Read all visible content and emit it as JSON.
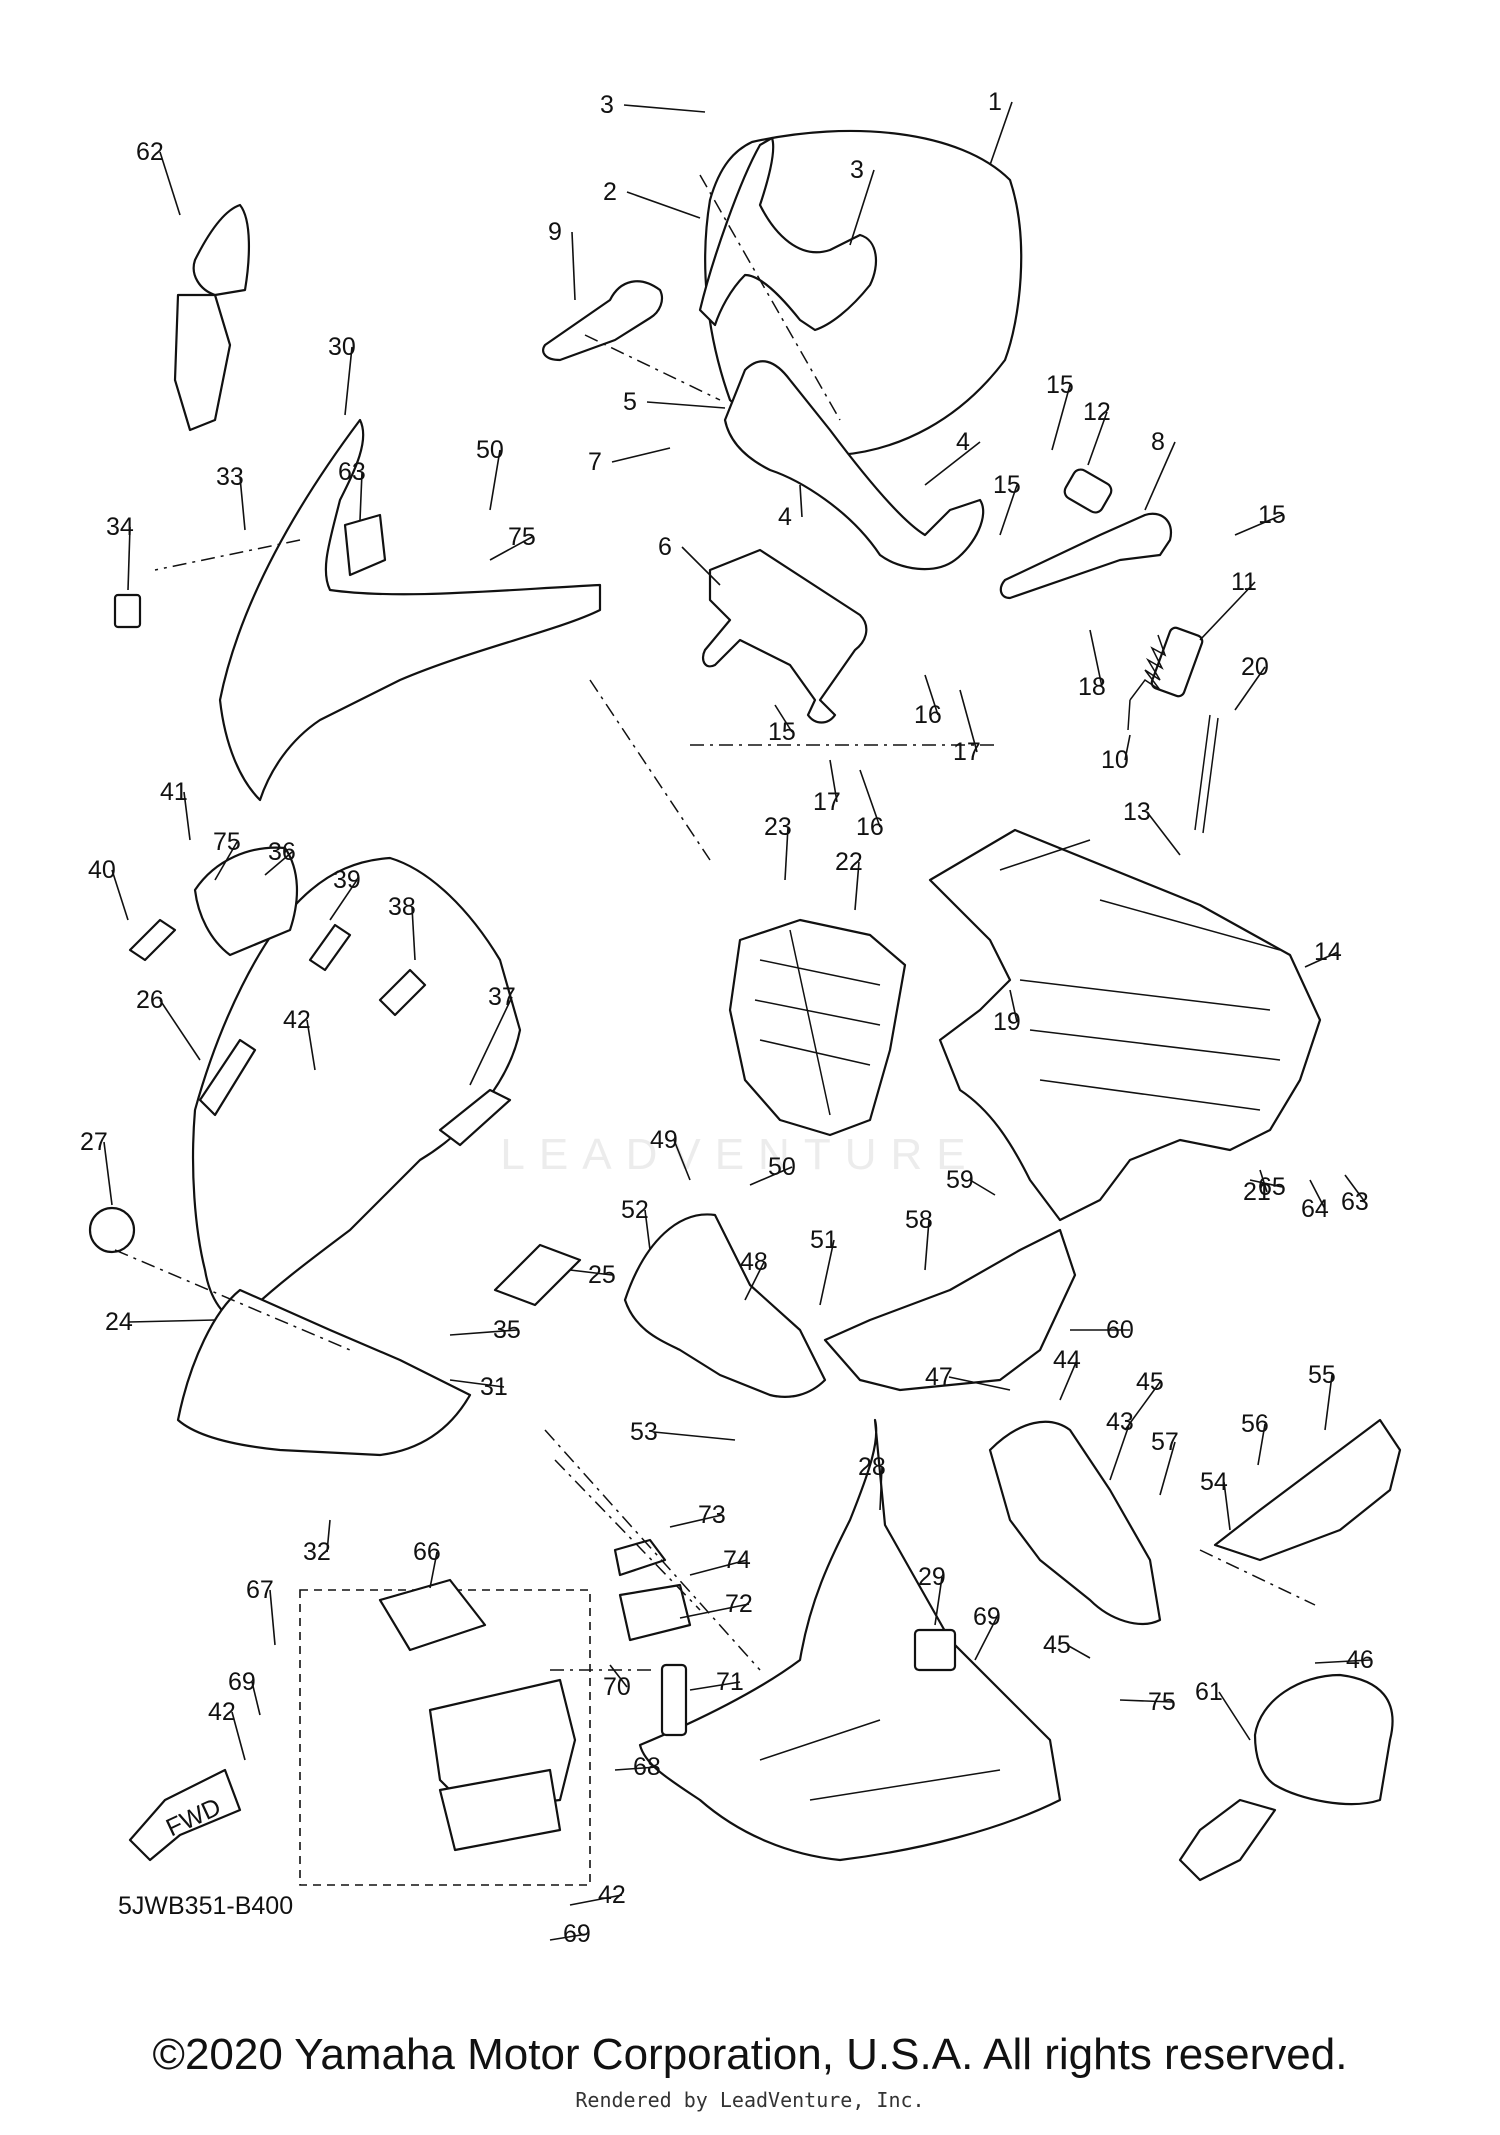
{
  "diagram": {
    "code": "5JWB351-B400",
    "fwd_label": "FWD",
    "watermark": "LEADVENTURE",
    "part_numbers": [
      "1",
      "2",
      "3",
      "4",
      "5",
      "6",
      "7",
      "8",
      "9",
      "10",
      "11",
      "12",
      "13",
      "14",
      "15",
      "16",
      "17",
      "18",
      "19",
      "20",
      "21",
      "22",
      "23",
      "24",
      "25",
      "26",
      "27",
      "28",
      "29",
      "30",
      "31",
      "32",
      "33",
      "34",
      "35",
      "36",
      "37",
      "38",
      "39",
      "40",
      "41",
      "42",
      "43",
      "44",
      "45",
      "46",
      "47",
      "48",
      "49",
      "50",
      "51",
      "52",
      "53",
      "54",
      "55",
      "56",
      "57",
      "58",
      "59",
      "60",
      "61",
      "62",
      "63",
      "64",
      "65",
      "66",
      "67",
      "68",
      "69",
      "70",
      "71",
      "72",
      "73",
      "74",
      "75"
    ]
  },
  "footer": {
    "copyright": "©2020 Yamaha Motor Corporation, U.S.A. All rights reserved.",
    "rendered_by": "Rendered by LeadVenture, Inc."
  },
  "colors": {
    "ink": "#111111",
    "paper": "#ffffff",
    "watermark": "#ececec"
  }
}
